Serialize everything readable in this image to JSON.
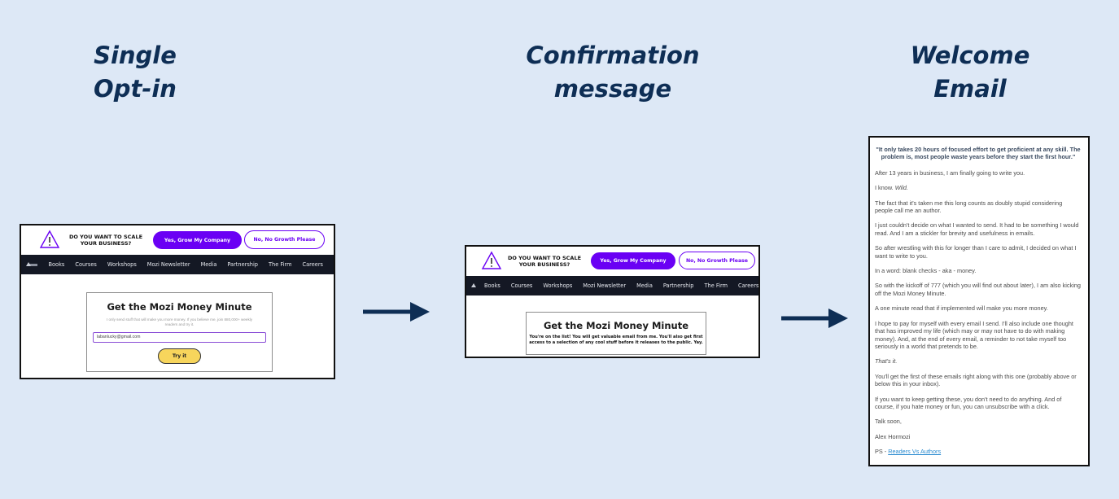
{
  "headings": {
    "single_optin": [
      "Single",
      "Opt-in"
    ],
    "confirmation": [
      "Confirmation",
      "message"
    ],
    "welcome": [
      "Welcome",
      "Email"
    ]
  },
  "colors": {
    "background": "#dde8f6",
    "heading": "#0e2e55",
    "arrow": "#0e2e55",
    "accent": "#6a00f4",
    "nav": "#141824",
    "try_button": "#f7d55c"
  },
  "topbar": {
    "question": "DO YOU WANT TO SCALE YOUR BUSINESS?",
    "yes_label": "Yes, Grow My Company",
    "no_label": "No, No Growth Please",
    "icon": "warning-triangle-icon"
  },
  "nav": {
    "items": [
      "Books",
      "Courses",
      "Workshops",
      "Mozi Newsletter",
      "Media",
      "Partnership",
      "The Firm",
      "Careers"
    ]
  },
  "optin_card": {
    "title": "Get the Mozi Money Minute",
    "description": "I only send stuff that will make you more money. If you believe me, join 880,000+ weekly readers and try it.",
    "email_value": "labanlucky@gmail.com",
    "button_label": "Try it"
  },
  "confirm_card": {
    "title": "Get the Mozi Money Minute",
    "message": "You're on the list! You will get valuable email from me. You'll also get first access to a selection of any cool stuff before it releases to the public. Yay."
  },
  "email": {
    "quote": "\"It only takes 20 hours of focused effort to get proficient at any skill. The problem is, most people waste years before they start the first hour.\"",
    "p1": "After 13 years in business, I am finally going to write you.",
    "p2_prefix": "I know. ",
    "p2_italic": "Wild.",
    "p3": "The fact that it's taken me this long counts as doubly stupid considering people call me an author.",
    "p4": "I just couldn't decide on what I wanted to send. It had to be something I would read. And I am a stickler for brevity and usefulness in emails.",
    "p5": "So after wrestling with this for longer than I care to admit, I decided on what I want to write to you.",
    "p6": "In a word: blank checks - aka - money.",
    "p7": "So with the kickoff of 777 (which you will find out about later), I am also kicking off the Mozi Money Minute.",
    "p8": "A one minute read that if implemented will make you more money.",
    "p9": "I hope to pay for myself with every email I send. I'll also include one thought that has improved my life (which may or may not have to do with making money). And, at the end of every email, a reminder to not take myself too seriously in a world that pretends to be.",
    "p10": "That's it.",
    "p11": "You'll get the first of these emails right along with this one (probably above or below this in your inbox).",
    "p12": "If you want to keep getting these, you don't need to do anything. And of course, if you hate money or fun, you can unsubscribe with a click.",
    "p13": "Talk soon,",
    "p14": "Alex Hormozi",
    "ps_prefix": "PS - ",
    "ps_link": "Readers Vs Authors"
  }
}
